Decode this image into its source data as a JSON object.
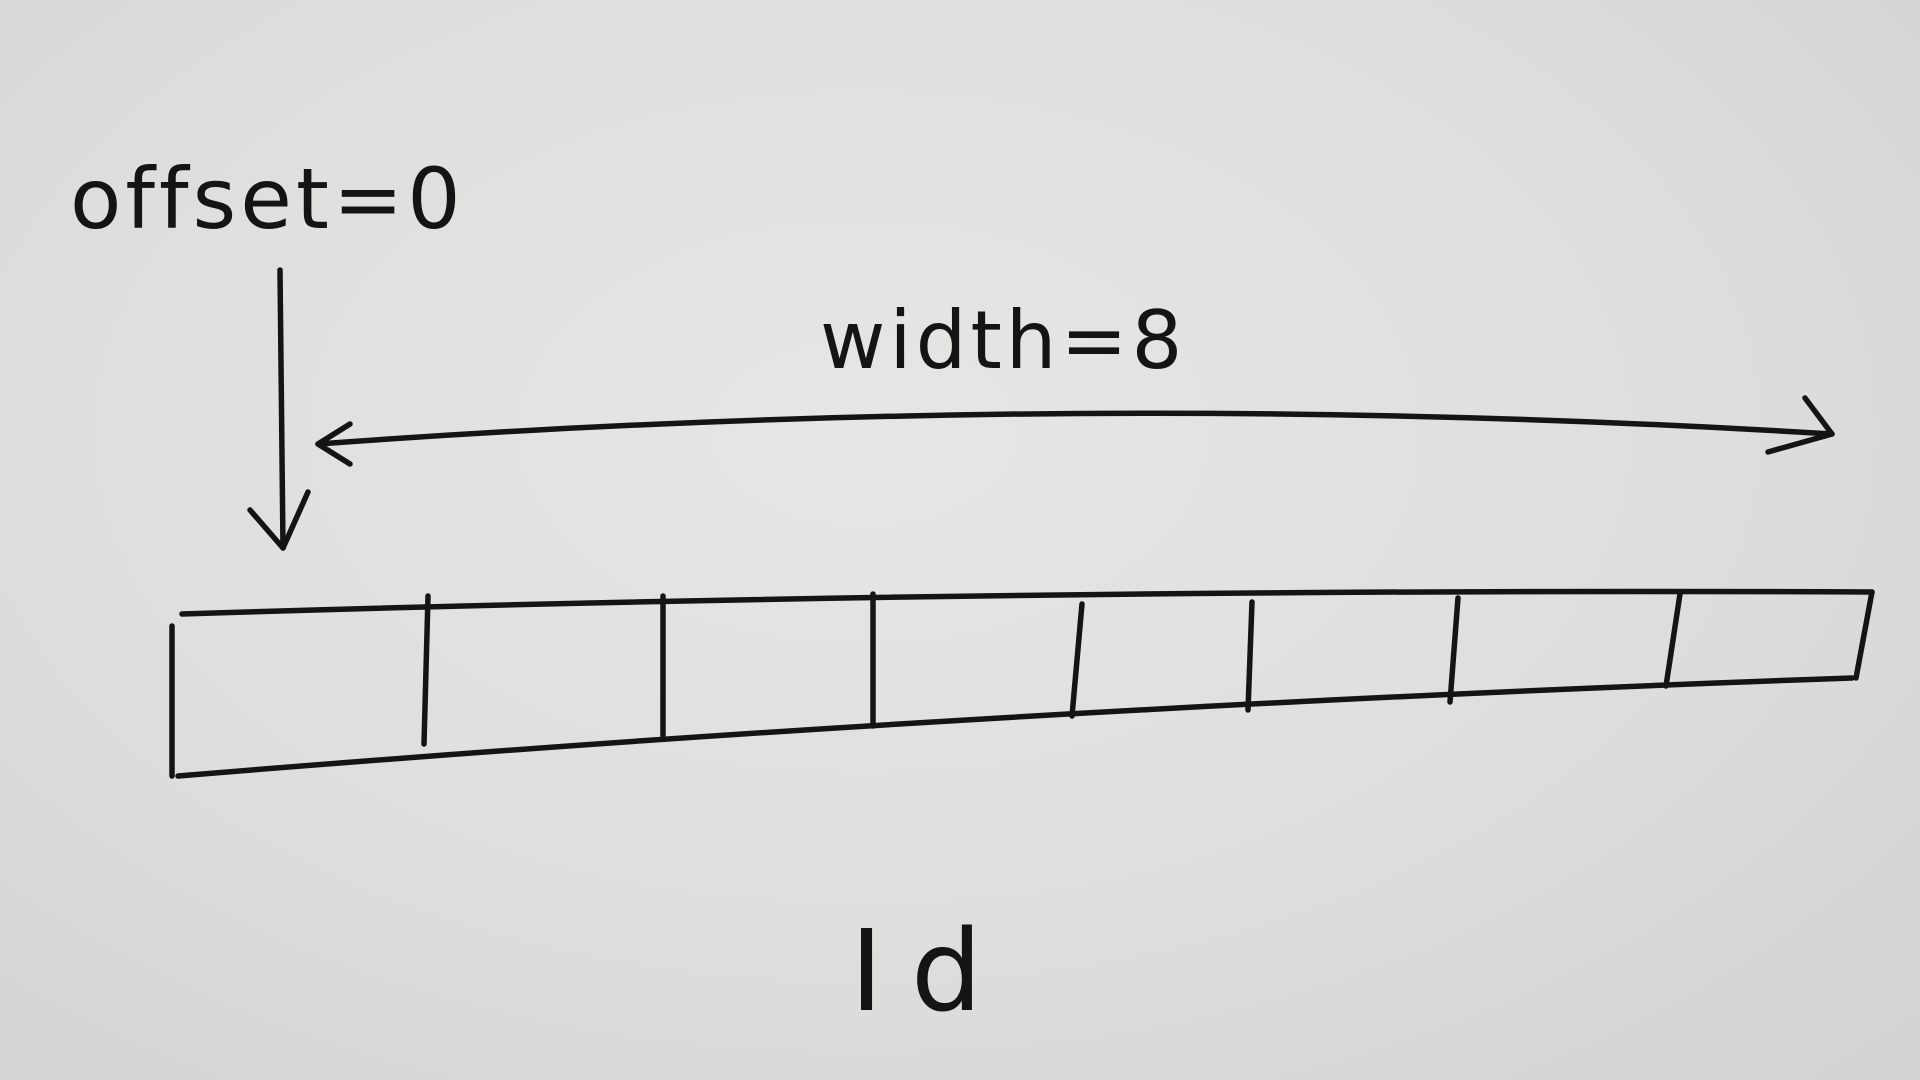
{
  "diagram": {
    "offset_label": "offset=0",
    "width_label": "width=8",
    "caption": "Id",
    "cells": 8,
    "ink_color": "#141414",
    "paper_color": "#e3e3e1"
  }
}
